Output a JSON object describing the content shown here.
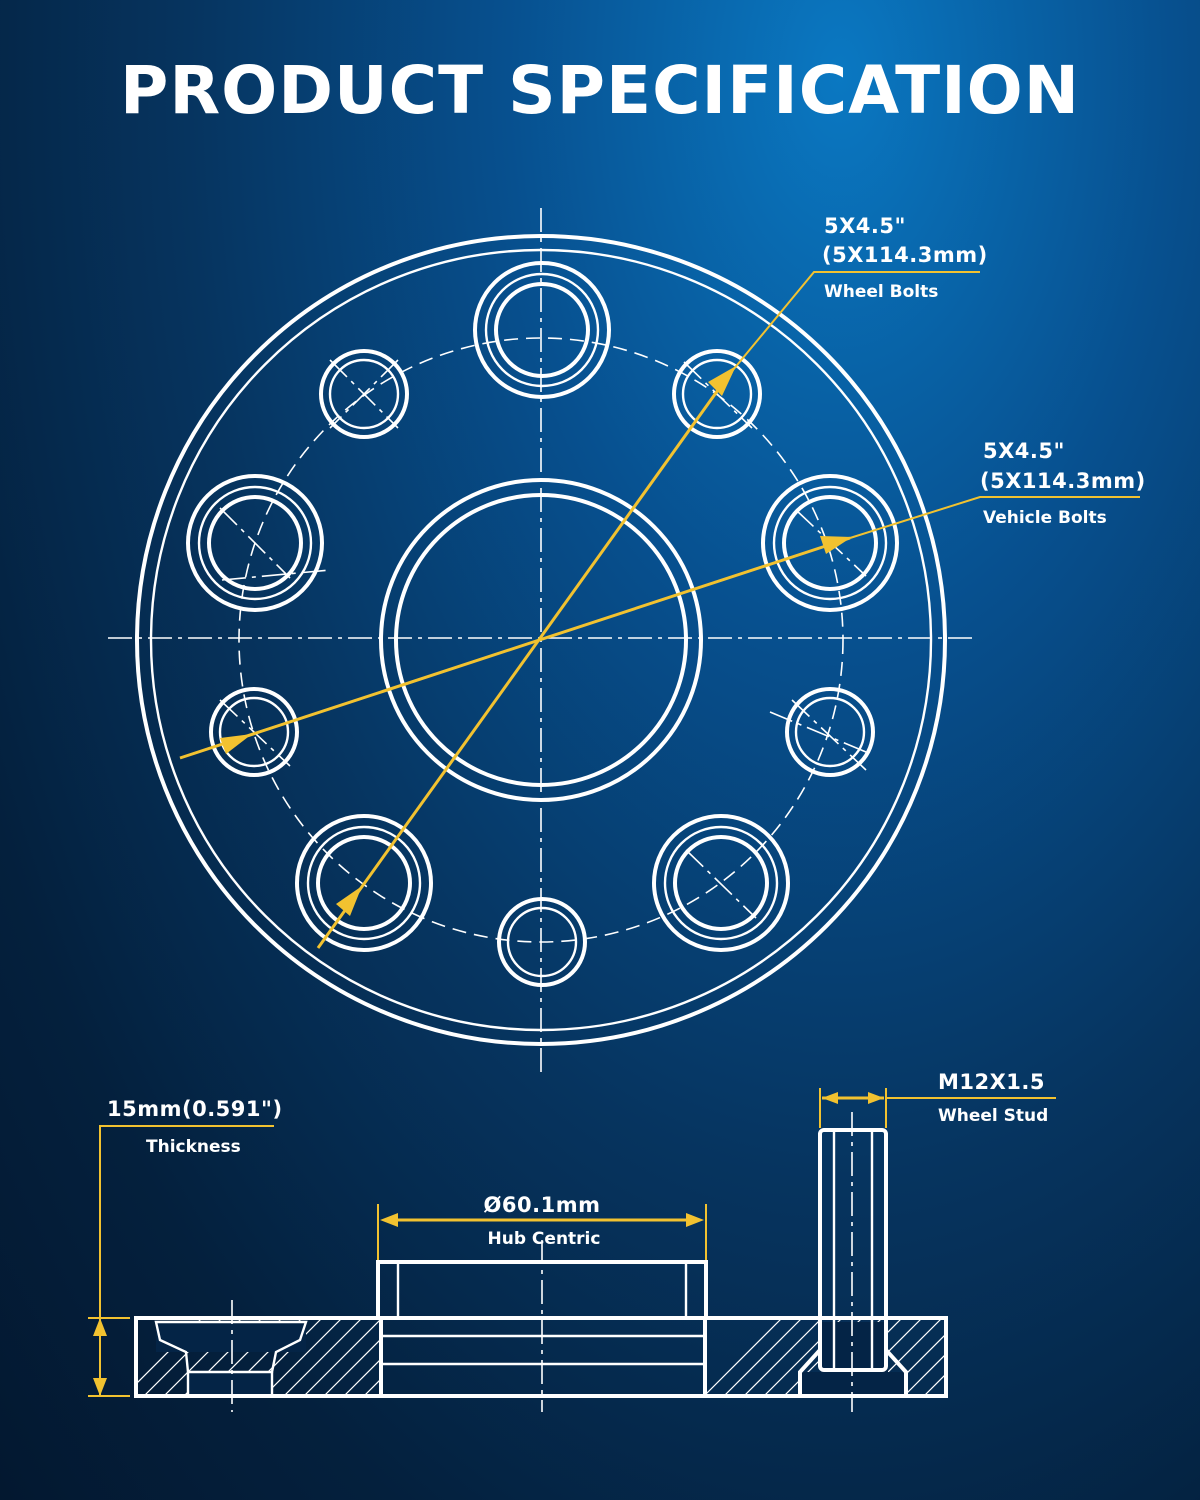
{
  "title": "PRODUCT SPECIFICATION",
  "callouts": {
    "wheel_bolts": {
      "pattern": "5X4.5\"",
      "metric": "(5X114.3mm)",
      "label": "Wheel Bolts"
    },
    "vehicle_bolts": {
      "pattern": "5X4.5\"",
      "metric": "(5X114.3mm)",
      "label": "Vehicle Bolts"
    },
    "thickness": {
      "value": "15mm(0.591\")",
      "label": "Thickness"
    },
    "hub_centric": {
      "value": "Ø60.1mm",
      "label": "Hub Centric"
    },
    "wheel_stud": {
      "value": "M12X1.5",
      "label": "Wheel Stud"
    }
  },
  "colors": {
    "accent": "#f2c230",
    "line": "#ffffff",
    "background": "#06345f"
  }
}
